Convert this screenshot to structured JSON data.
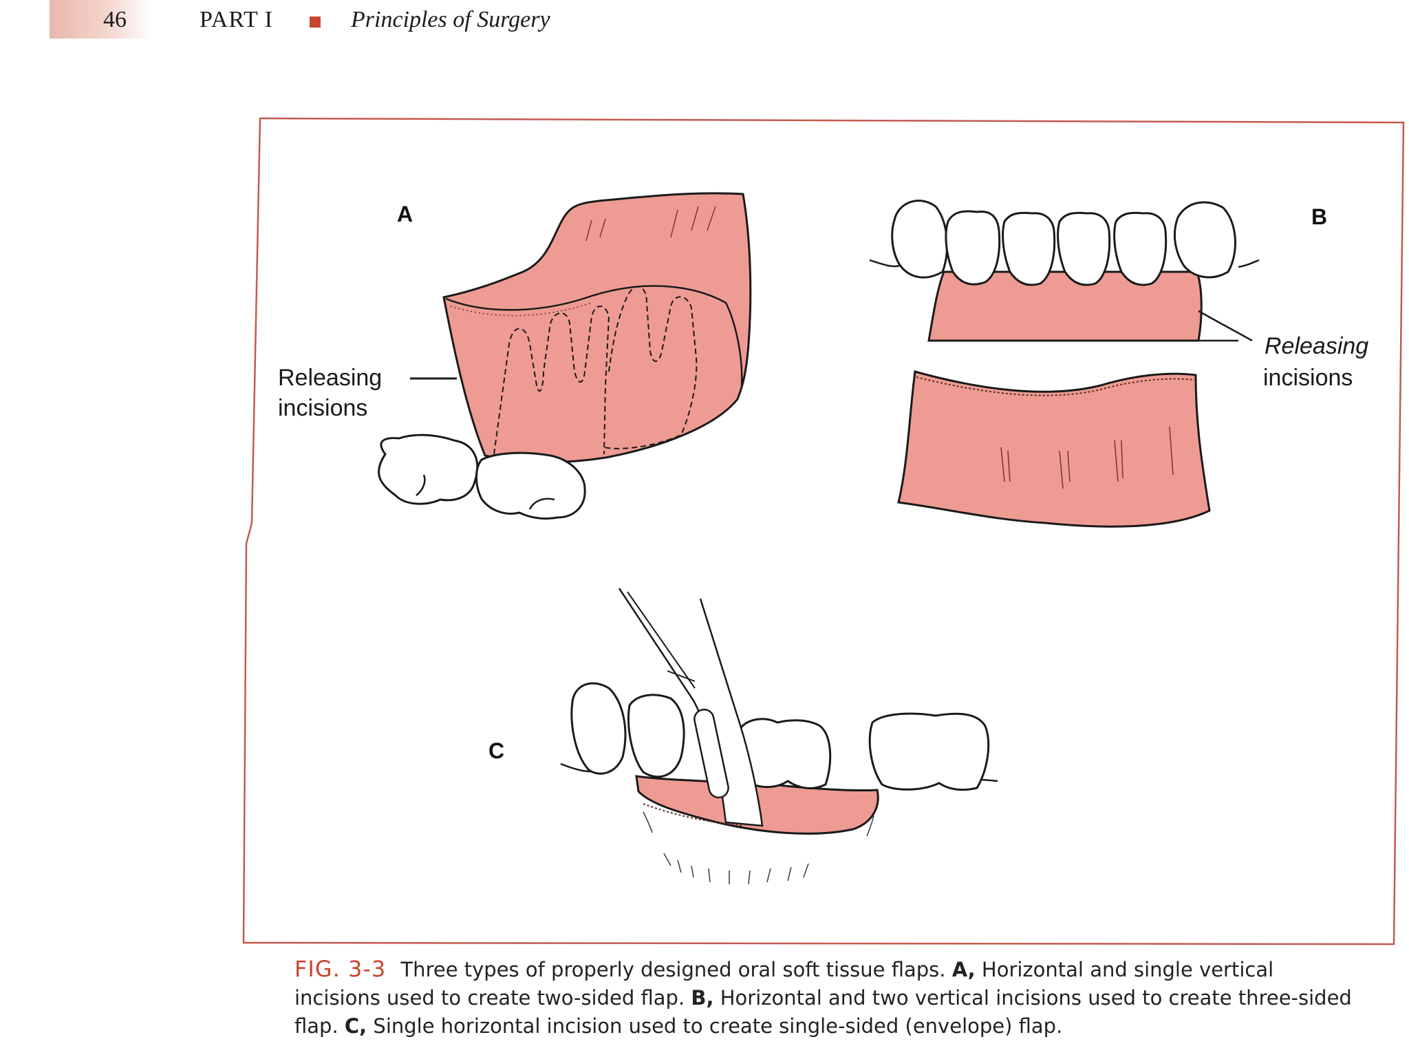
{
  "header": {
    "page_number": "46",
    "part": "PART I",
    "section_title": "Principles of Surgery"
  },
  "figure": {
    "panels": {
      "a_label": "A",
      "b_label": "B",
      "c_label": "C"
    },
    "callout_a": {
      "line1": "Releasing",
      "line2": "incisions"
    },
    "callout_b": {
      "line1": "Releasing",
      "line2": "incisions"
    },
    "colors": {
      "flap": "#ee9b93",
      "outline": "#1a1a1a",
      "frame": "#c45a4d",
      "accent": "#c8442f"
    }
  },
  "caption": {
    "fig_number": "FIG. 3-3",
    "intro": "Three types of properly designed oral soft tissue flaps.",
    "a_label": "A,",
    "a_text": "Horizontal and single vertical incisions used to create two-sided flap.",
    "b_label": "B,",
    "b_text": "Horizontal and two vertical incisions used to create three-sided flap.",
    "c_label": "C,",
    "c_text": "Single horizontal incision used to create single-sided (envelope) flap."
  }
}
